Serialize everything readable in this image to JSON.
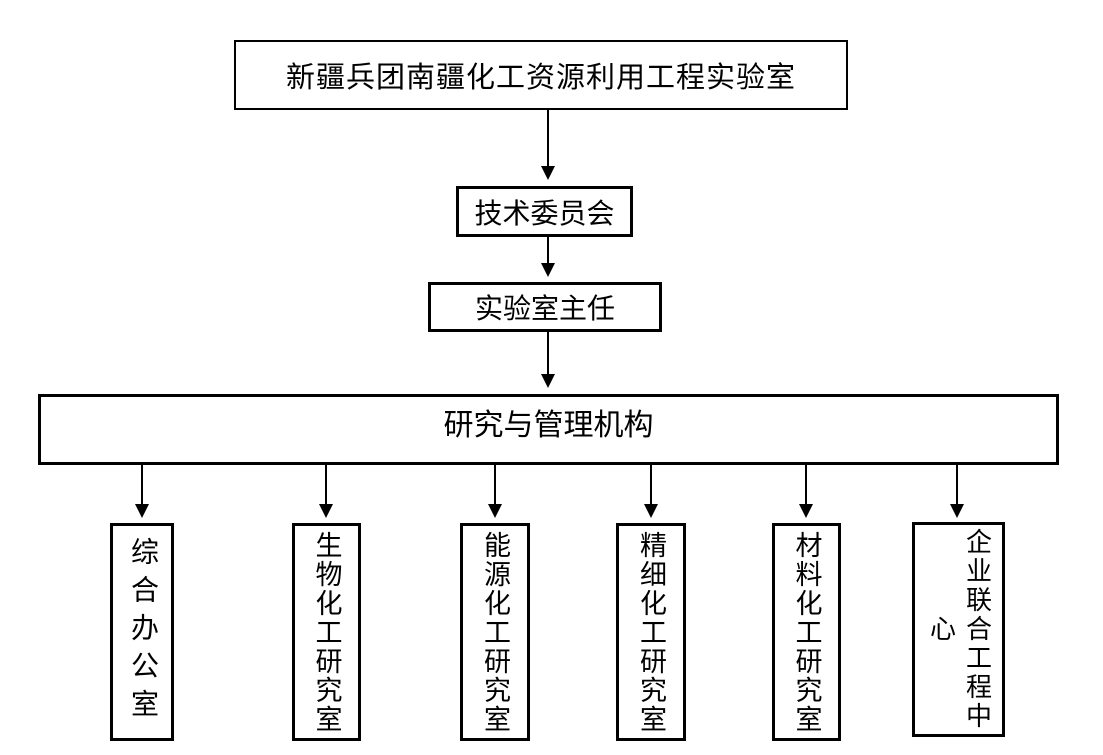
{
  "diagram": {
    "root": {
      "label": "新疆兵团南疆化工资源利用工程实验室"
    },
    "committee": {
      "label": "技术委员会"
    },
    "director": {
      "label": "实验室主任"
    },
    "management": {
      "label": "研究与管理机构"
    },
    "departments": [
      {
        "label": "综合办公室"
      },
      {
        "label": "生物化工研究室"
      },
      {
        "label": "能源化工研究室"
      },
      {
        "label": "精细化工研究室"
      },
      {
        "label": "材料化工研究室"
      },
      {
        "label": "企业联合工程中心"
      }
    ],
    "colors": {
      "line": "#000000",
      "text": "#000000",
      "background": "#ffffff"
    }
  }
}
